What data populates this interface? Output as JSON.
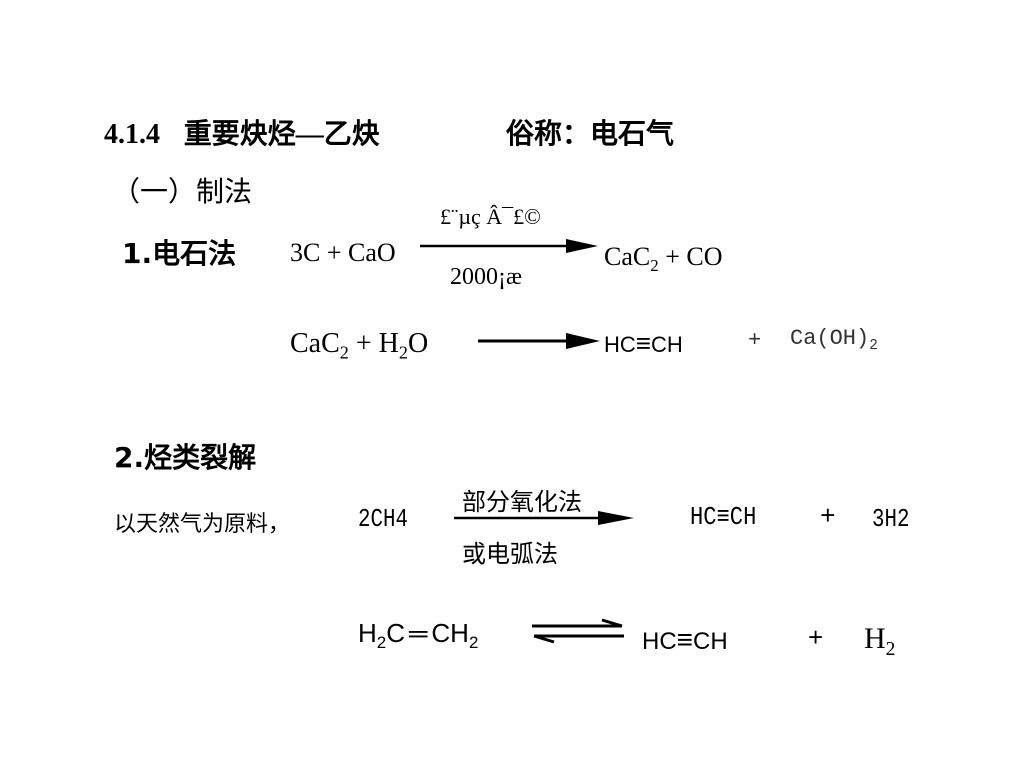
{
  "heading": {
    "number": "4.1.4",
    "title_a": "重要炔烃",
    "dash": "—",
    "title_b": "乙炔",
    "common_name": "俗称：电石气"
  },
  "section1": {
    "title": "（一）制法",
    "method1": {
      "label": "1.电石法",
      "reaction1": {
        "reactants": "3C + CaO",
        "condition_top": "£¨µç Â¯£©",
        "condition_bottom": "2000¡æ",
        "product_a_prefix": "CaC",
        "product_a_sub": "2",
        "product_b": " + CO"
      },
      "reaction2": {
        "r1_prefix": "CaC",
        "r1_sub": "2",
        "r2_prefix": " + H",
        "r2_sub": "2",
        "r2_suffix": "O",
        "p1_left": "HC",
        "p1_bond": "≡",
        "p1_right": "CH",
        "plus": "+",
        "p2_prefix": "Ca(OH)",
        "p2_sub": "2"
      }
    },
    "method2": {
      "label": "2.烃类裂解",
      "intro": "以天然气为原料，",
      "reaction3": {
        "reactant": "2CH4",
        "condition_top": "部分氧化法",
        "condition_bottom": "或电弧法",
        "p1_left": "HC",
        "p1_bond": "≡",
        "p1_right": "CH",
        "plus": "+",
        "p2": "3H2"
      },
      "reaction4": {
        "r_a": "H",
        "r_a_sub": "2",
        "r_b": "C",
        "r_bond": "═",
        "r_c": "CH",
        "r_c_sub": "2",
        "p1_left": "HC",
        "p1_bond": "≡",
        "p1_right": "CH",
        "plus": "+",
        "p2_prefix": "H",
        "p2_sub": "2"
      }
    }
  }
}
